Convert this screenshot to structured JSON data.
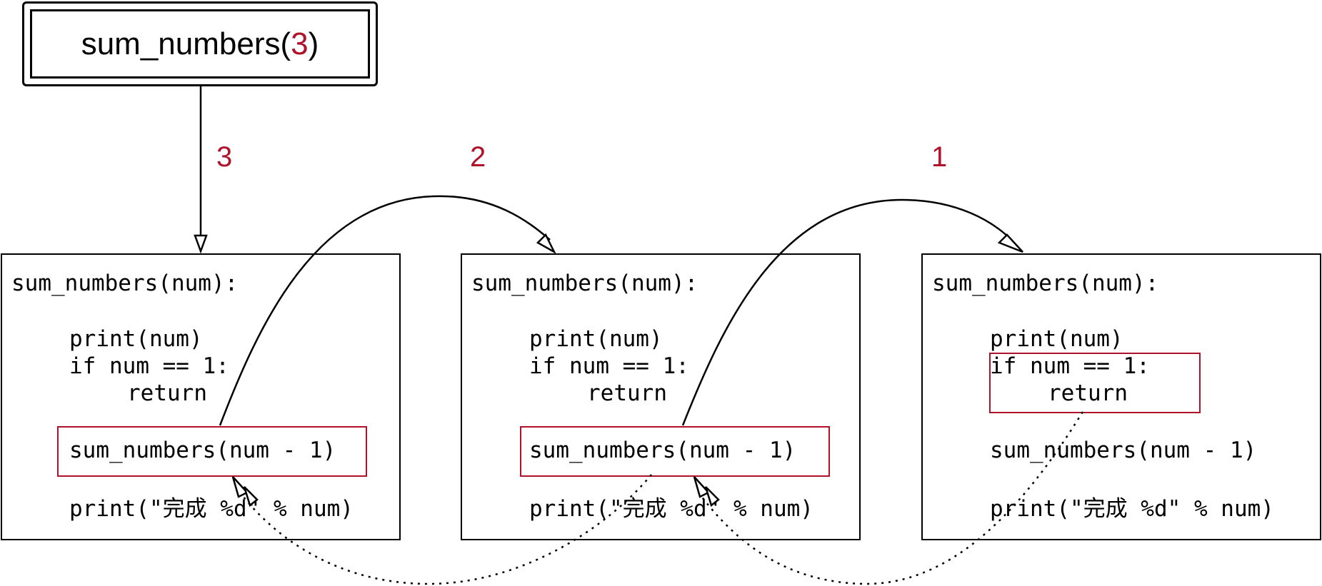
{
  "top_call": {
    "prefix": "sum_numbers(",
    "arg": "3",
    "suffix": ")"
  },
  "arg_labels": [
    "3",
    "2",
    "1"
  ],
  "frames": [
    {
      "def": "sum_numbers(num):",
      "print_num": "print(num)",
      "if_line": "if num == 1:",
      "return_line": "return",
      "recursive_call": "sum_numbers(num - 1)",
      "print_done": "print(\"完成 %d\" % num)"
    },
    {
      "def": "sum_numbers(num):",
      "print_num": "print(num)",
      "if_line": "if num == 1:",
      "return_line": "return",
      "recursive_call": "sum_numbers(num - 1)",
      "print_done": "print(\"完成 %d\" % num)"
    },
    {
      "def": "sum_numbers(num):",
      "print_num": "print(num)",
      "if_line": "if num == 1:",
      "return_line": "return",
      "recursive_call": "sum_numbers(num - 1)",
      "print_done": "print(\"完成 %d\" % num)"
    }
  ],
  "colors": {
    "accent": "#b0122a",
    "line": "#000000"
  }
}
